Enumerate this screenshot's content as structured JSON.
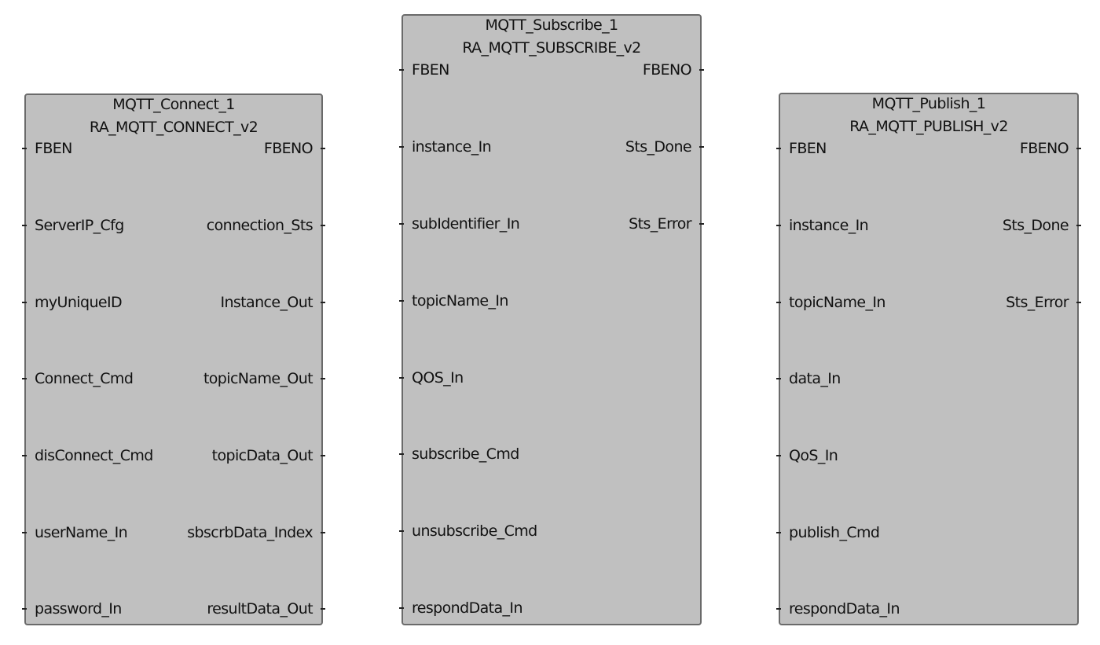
{
  "blocks": [
    {
      "instance_name": "MQTT_Connect_1",
      "type_name": "RA_MQTT_CONNECT_v2",
      "inputs": [
        "FBEN",
        "ServerIP_Cfg",
        "myUniqueID",
        "Connect_Cmd",
        "disConnect_Cmd",
        "userName_In",
        "password_In"
      ],
      "outputs": [
        "FBENO",
        "connection_Sts",
        "Instance_Out",
        "topicName_Out",
        "topicData_Out",
        "sbscrbData_Index",
        "resultData_Out"
      ]
    },
    {
      "instance_name": "MQTT_Subscribe_1",
      "type_name": "RA_MQTT_SUBSCRIBE_v2",
      "inputs": [
        "FBEN",
        "instance_In",
        "subIdentifier_In",
        "topicName_In",
        "QOS_In",
        "subscribe_Cmd",
        "unsubscribe_Cmd",
        "respondData_In"
      ],
      "outputs": [
        "FBENO",
        "Sts_Done",
        "Sts_Error"
      ]
    },
    {
      "instance_name": "MQTT_Publish_1",
      "type_name": "RA_MQTT_PUBLISH_v2",
      "inputs": [
        "FBEN",
        "instance_In",
        "topicName_In",
        "data_In",
        "QoS_In",
        "publish_Cmd",
        "respondData_In"
      ],
      "outputs": [
        "FBENO",
        "Sts_Done",
        "Sts_Error"
      ]
    }
  ]
}
